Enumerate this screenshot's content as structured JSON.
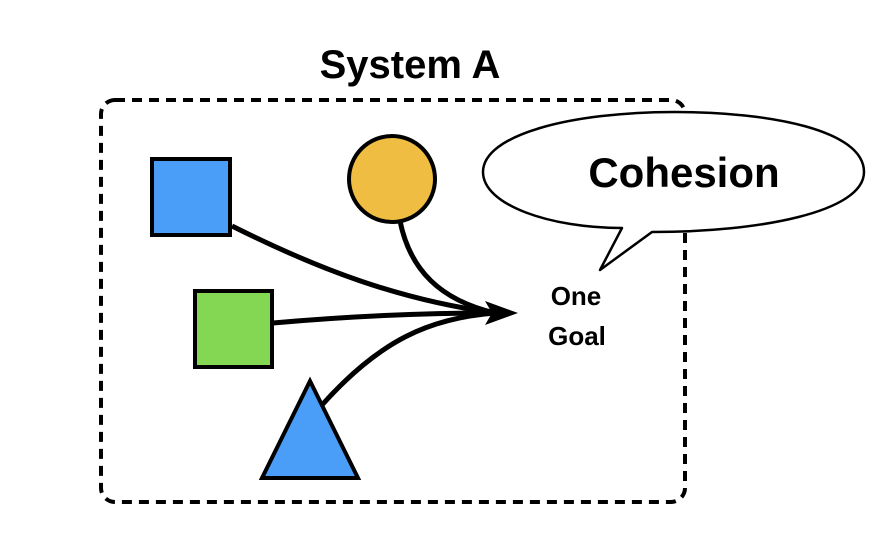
{
  "diagram": {
    "title": "System A",
    "goal_label_line1": "One",
    "goal_label_line2": "Goal",
    "speech_bubble_text": "Cohesion",
    "shapes": [
      {
        "kind": "square",
        "color": "#4a9ef7",
        "name": "blue-square"
      },
      {
        "kind": "circle",
        "color": "#eebd41",
        "name": "yellow-circle"
      },
      {
        "kind": "square",
        "color": "#84d752",
        "name": "green-square"
      },
      {
        "kind": "triangle",
        "color": "#4a9ef7",
        "name": "blue-triangle"
      }
    ],
    "colors": {
      "stroke": "#000000",
      "background": "#ffffff"
    }
  }
}
